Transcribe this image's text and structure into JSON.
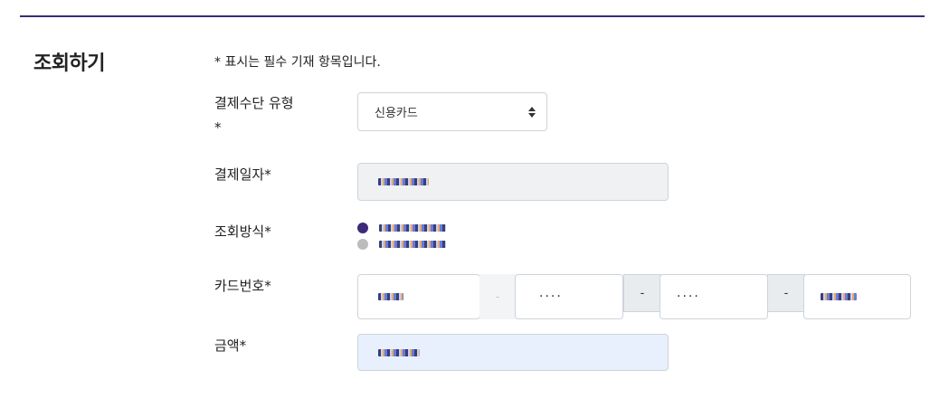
{
  "section": {
    "title": "조회하기"
  },
  "form": {
    "required_note": "* 표시는 필수 기재 항목입니다.",
    "payment_type": {
      "label": "결제수단 유형",
      "required_mark": "*",
      "selected": "신용카드"
    },
    "payment_date": {
      "label": "결제일자*"
    },
    "lookup_method": {
      "label": "조회방식*"
    },
    "card_number": {
      "label": "카드번호*",
      "separator": "-",
      "part2": "····",
      "part3": "····"
    },
    "amount": {
      "label": "금액*"
    }
  },
  "colors": {
    "accent": "#3d2a7a",
    "border": "#ced4da",
    "disabled_bg": "#eff1f3",
    "autofill_bg": "#e8f0fe"
  }
}
